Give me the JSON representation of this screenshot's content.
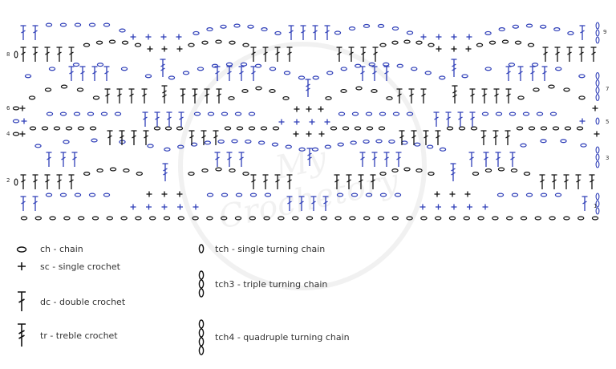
{
  "diagram": {
    "row_numbers": [
      "1",
      "2",
      "3",
      "4",
      "5",
      "6",
      "7",
      "8",
      "9"
    ],
    "colors": {
      "odd_rows": "#2f3fb8",
      "even_rows": "#111111"
    },
    "watermark_text": "My Crochetory"
  },
  "legend": [
    {
      "icon": "ch-icon",
      "label": "ch - chain"
    },
    {
      "icon": "sc-icon",
      "label": "sc - single crochet"
    },
    {
      "icon": "dc-icon",
      "label": "dc - double crochet"
    },
    {
      "icon": "tr-icon",
      "label": "tr - treble crochet"
    },
    {
      "icon": "tch-icon",
      "label": "tch - single turning chain"
    },
    {
      "icon": "tch3-icon",
      "label": "tch3 - triple turning chain"
    },
    {
      "icon": "tch4-icon",
      "label": "tch4 - quadruple turning chain"
    }
  ]
}
